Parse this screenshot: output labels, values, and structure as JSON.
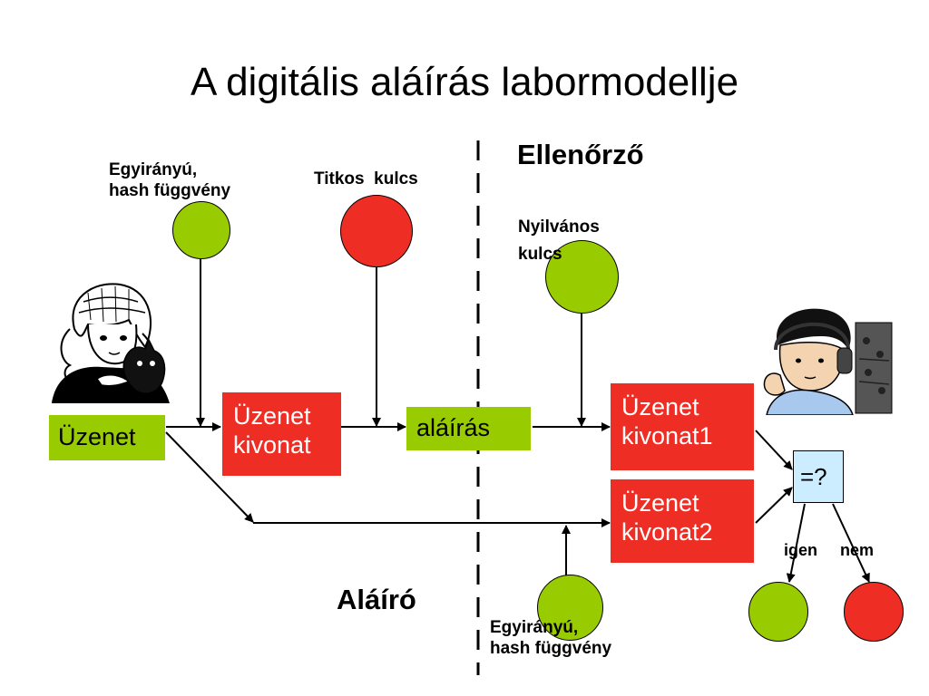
{
  "title": "A digitális aláírás labormodellje",
  "labels": {
    "ellenorzo": "Ellenőrző",
    "alairo": "Aláíró",
    "hash_top_line1": "Egyirányú,",
    "hash_top_line2": "hash függvény",
    "titkos": "Titkos  kulcs",
    "nyilvanos_line1": "Nyilvános",
    "nyilvanos_line2": "kulcs",
    "hash_bottom_line1": "Egyirányú,",
    "hash_bottom_line2": "hash függvény",
    "igen": "igen",
    "nem": "nem"
  },
  "boxes": {
    "uzenet": "Üzenet",
    "kivonat_line1": "Üzenet",
    "kivonat_line2": "kivonat",
    "alairas": "aláírás",
    "kivonat1_line1": "Üzenet",
    "kivonat1_line2": "kivonat1",
    "kivonat2_line1": "Üzenet",
    "kivonat2_line2": "kivonat2",
    "compare": "=?"
  },
  "colors": {
    "green": "#99cc00",
    "red": "#ee2d24",
    "cyan": "#ccecff"
  }
}
